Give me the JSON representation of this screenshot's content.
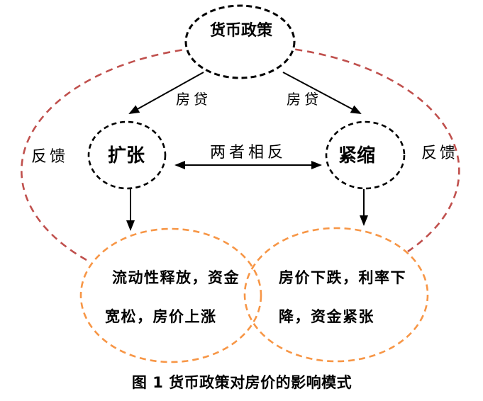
{
  "diagram": {
    "caption": "图 1 货币政策对房价的影响模式",
    "nodes": {
      "monetary_policy": "货币政策",
      "expansion": "扩张",
      "contraction": "紧缩",
      "left_outcome_line1": "流动性释放，资金",
      "left_outcome_line2": "宽松，房价上涨",
      "right_outcome_line1": "房价下跌，利率下",
      "right_outcome_line2": "降，资金紧张"
    },
    "edge_labels": {
      "mortgage_left": "房贷",
      "mortgage_right": "房贷",
      "opposite": "两者相反",
      "feedback_left": "反馈",
      "feedback_right": "反馈"
    }
  },
  "colors": {
    "outer_feedback_ellipse": "#C0504D",
    "outcome_ellipse": "#F79646",
    "node_ellipse": "#000000"
  }
}
